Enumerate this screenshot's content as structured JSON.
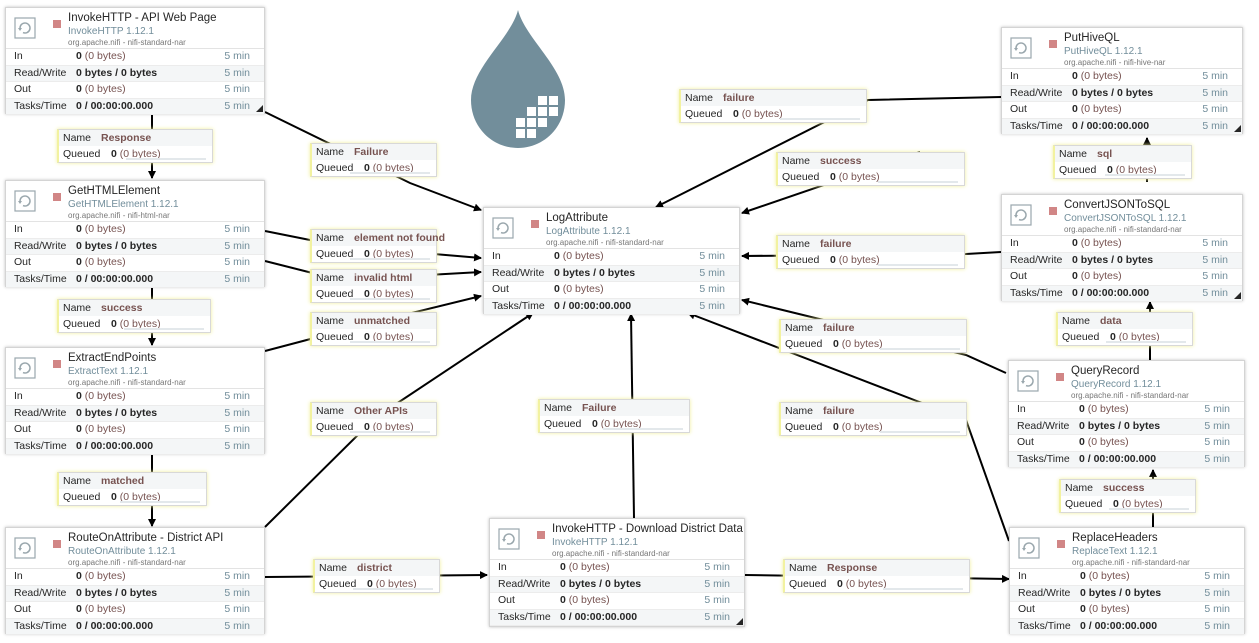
{
  "colors": {
    "accent": "#728e9b",
    "status": "#d18686",
    "highlight": "#f0ef9b",
    "text": "#262626",
    "value": "#775351"
  },
  "logo_icon": "nifi-drop-icon",
  "row_labels": {
    "in": "In",
    "rw": "Read/Write",
    "out": "Out",
    "tasks": "Tasks/Time"
  },
  "conn_labels": {
    "name": "Name",
    "queued": "Queued"
  },
  "processors": [
    {
      "name": "InvokeHTTP - API Web Page",
      "type": "InvokeHTTP 1.12.1",
      "bundle": "org.apache.nifi - nifi-standard-nar",
      "in": "0",
      "in_bytes": "(0 bytes)",
      "rw": "0 bytes / 0 bytes",
      "out": "0",
      "out_bytes": "(0 bytes)",
      "tasks": "0 / 00:00:00.000",
      "time": "5 min"
    },
    {
      "name": "GetHTMLElement",
      "type": "GetHTMLElement 1.12.1",
      "bundle": "org.apache.nifi - nifi-html-nar",
      "in": "0",
      "in_bytes": "(0 bytes)",
      "rw": "0 bytes / 0 bytes",
      "out": "0",
      "out_bytes": "(0 bytes)",
      "tasks": "0 / 00:00:00.000",
      "time": "5 min"
    },
    {
      "name": "ExtractEndPoints",
      "type": "ExtractText 1.12.1",
      "bundle": "org.apache.nifi - nifi-standard-nar",
      "in": "0",
      "in_bytes": "(0 bytes)",
      "rw": "0 bytes / 0 bytes",
      "out": "0",
      "out_bytes": "(0 bytes)",
      "tasks": "0 / 00:00:00.000",
      "time": "5 min"
    },
    {
      "name": "RouteOnAttribute - District API",
      "type": "RouteOnAttribute 1.12.1",
      "bundle": "org.apache.nifi - nifi-standard-nar",
      "in": "0",
      "in_bytes": "(0 bytes)",
      "rw": "0 bytes / 0 bytes",
      "out": "0",
      "out_bytes": "(0 bytes)",
      "tasks": "0 / 00:00:00.000",
      "time": "5 min"
    },
    {
      "name": "LogAttribute",
      "type": "LogAttribute 1.12.1",
      "bundle": "org.apache.nifi - nifi-standard-nar",
      "in": "0",
      "in_bytes": "(0 bytes)",
      "rw": "0 bytes / 0 bytes",
      "out": "0",
      "out_bytes": "(0 bytes)",
      "tasks": "0 / 00:00:00.000",
      "time": "5 min"
    },
    {
      "name": "InvokeHTTP - Download District Data",
      "type": "InvokeHTTP 1.12.1",
      "bundle": "org.apache.nifi - nifi-standard-nar",
      "in": "0",
      "in_bytes": "(0 bytes)",
      "rw": "0 bytes / 0 bytes",
      "out": "0",
      "out_bytes": "(0 bytes)",
      "tasks": "0 / 00:00:00.000",
      "time": "5 min"
    },
    {
      "name": "PutHiveQL",
      "type": "PutHiveQL 1.12.1",
      "bundle": "org.apache.nifi - nifi-hive-nar",
      "in": "0",
      "in_bytes": "(0 bytes)",
      "rw": "0 bytes / 0 bytes",
      "out": "0",
      "out_bytes": "(0 bytes)",
      "tasks": "0 / 00:00:00.000",
      "time": "5 min"
    },
    {
      "name": "ConvertJSONToSQL",
      "type": "ConvertJSONToSQL 1.12.1",
      "bundle": "org.apache.nifi - nifi-standard-nar",
      "in": "0",
      "in_bytes": "(0 bytes)",
      "rw": "0 bytes / 0 bytes",
      "out": "0",
      "out_bytes": "(0 bytes)",
      "tasks": "0 / 00:00:00.000",
      "time": "5 min"
    },
    {
      "name": "QueryRecord",
      "type": "QueryRecord 1.12.1",
      "bundle": "org.apache.nifi - nifi-standard-nar",
      "in": "0",
      "in_bytes": "(0 bytes)",
      "rw": "0 bytes / 0 bytes",
      "out": "0",
      "out_bytes": "(0 bytes)",
      "tasks": "0 / 00:00:00.000",
      "time": "5 min"
    },
    {
      "name": "ReplaceHeaders",
      "type": "ReplaceText 1.12.1",
      "bundle": "org.apache.nifi - nifi-standard-nar",
      "in": "0",
      "in_bytes": "(0 bytes)",
      "rw": "0 bytes / 0 bytes",
      "out": "0",
      "out_bytes": "(0 bytes)",
      "tasks": "0 / 00:00:00.000",
      "time": "5 min"
    }
  ],
  "connections": [
    {
      "name": "Response",
      "queued": "0",
      "queued_bytes": "(0 bytes)"
    },
    {
      "name": "success",
      "queued": "0",
      "queued_bytes": "(0 bytes)"
    },
    {
      "name": "matched",
      "queued": "0",
      "queued_bytes": "(0 bytes)"
    },
    {
      "name": "Failure",
      "queued": "0",
      "queued_bytes": "(0 bytes)"
    },
    {
      "name": "element not found",
      "queued": "0",
      "queued_bytes": "(0 bytes)"
    },
    {
      "name": "invalid html",
      "queued": "0",
      "queued_bytes": "(0 bytes)"
    },
    {
      "name": "unmatched",
      "queued": "0",
      "queued_bytes": "(0 bytes)"
    },
    {
      "name": "Other APIs",
      "queued": "0",
      "queued_bytes": "(0 bytes)"
    },
    {
      "name": "district",
      "queued": "0",
      "queued_bytes": "(0 bytes)"
    },
    {
      "name": "Failure",
      "queued": "0",
      "queued_bytes": "(0 bytes)"
    },
    {
      "name": "Response",
      "queued": "0",
      "queued_bytes": "(0 bytes)"
    },
    {
      "name": "failure",
      "queued": "0",
      "queued_bytes": "(0 bytes)"
    },
    {
      "name": "success",
      "queued": "0",
      "queued_bytes": "(0 bytes)"
    },
    {
      "name": "sql",
      "queued": "0",
      "queued_bytes": "(0 bytes)"
    },
    {
      "name": "failure",
      "queued": "0",
      "queued_bytes": "(0 bytes)"
    },
    {
      "name": "data",
      "queued": "0",
      "queued_bytes": "(0 bytes)"
    },
    {
      "name": "failure",
      "queued": "0",
      "queued_bytes": "(0 bytes)"
    },
    {
      "name": "failure",
      "queued": "0",
      "queued_bytes": "(0 bytes)"
    },
    {
      "name": "success",
      "queued": "0",
      "queued_bytes": "(0 bytes)"
    }
  ]
}
